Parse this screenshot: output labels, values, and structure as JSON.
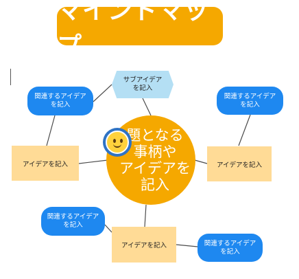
{
  "title": "マインドマップ",
  "center_text": "題となる\n事柄や\nアイデアを\n記入",
  "sub_idea": "サブアイデア\nを記入",
  "ideas": {
    "left": "アイデアを記入",
    "right": "アイデアを記入",
    "bottom": "アイデアを記入"
  },
  "related": {
    "top_left": "関連するアイデア\nを記入",
    "top_right": "関連するアイデア\nを記入",
    "bottom_left": "関連するアイデア\nを記入",
    "bottom_right": "関連するアイデア\nを記入"
  },
  "colors": {
    "orange": "#f5a800",
    "blue": "#1e88f0",
    "light_yellow": "#ffdb96",
    "light_blue": "#b4dff4"
  }
}
